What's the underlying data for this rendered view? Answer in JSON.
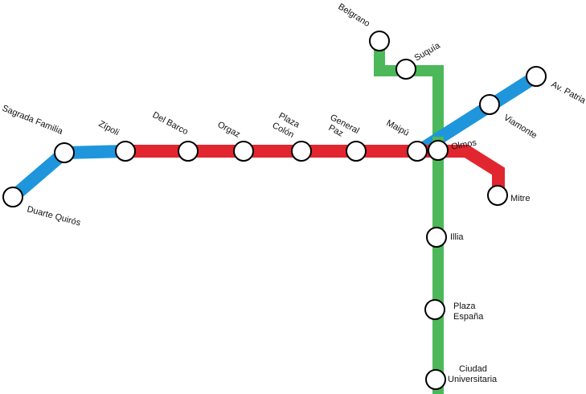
{
  "lines": {
    "blue": {
      "color": "#1f96dc"
    },
    "red": {
      "color": "#e2262f"
    },
    "green": {
      "color": "#4cb85a"
    }
  },
  "stations": {
    "duarte_quiros": "Duarte Quirós",
    "sagrada_familia": "Sagrada Familia",
    "zipoli": "Zípoli",
    "del_barco": "Del Barco",
    "orgaz": "Orgaz",
    "plaza_colon_1": "Plaza",
    "plaza_colon_2": "Colón",
    "general_paz_1": "General",
    "general_paz_2": "Paz",
    "maipu": "Maipú",
    "olmos": "Olmos",
    "mitre": "Mitre",
    "viamonte": "Viamonte",
    "av_patria": "Av. Patria",
    "belgrano": "Belgrano",
    "suquia": "Suquía",
    "illia": "Illia",
    "plaza_espana_1": "Plaza",
    "plaza_espana_2": "España",
    "ciudad_universitaria_1": "Ciudad",
    "ciudad_universitaria_2": "Universitaria"
  }
}
